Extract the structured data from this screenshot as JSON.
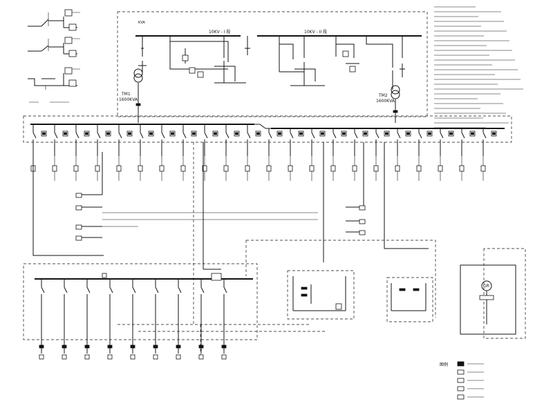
{
  "main_buses": {
    "left_label": "10KV - I 段",
    "right_label": "10KV - II 段"
  },
  "transformers": [
    {
      "tag": "TM1",
      "rating": "1600KVA"
    },
    {
      "tag": "TM2",
      "rating": "1600KVA"
    }
  ],
  "legend": {
    "title": "图例"
  },
  "generator": {
    "symbol": "GR"
  },
  "legend_entries": 5,
  "feeder_count_top": 22,
  "feeder_count_bottom": 9
}
